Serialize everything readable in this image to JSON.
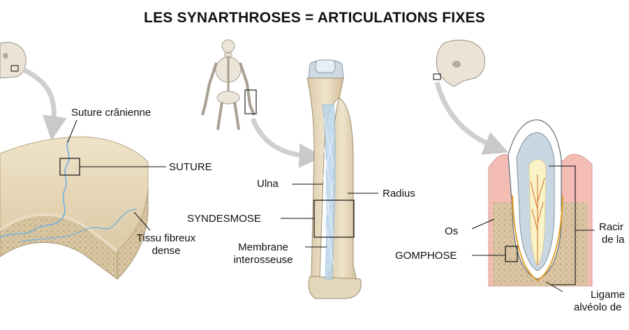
{
  "title": "LES SYNARTHROSES = ARTICULATIONS FIXES",
  "panels": {
    "suture": {
      "label_suture_cranienne": "Suture crânienne",
      "label_suture": "SUTURE",
      "label_tissu_line1": "Tissu fibreux",
      "label_tissu_line2": "dense"
    },
    "syndesmose": {
      "label_ulna": "Ulna",
      "label_radius": "Radius",
      "label_syndesmose": "SYNDESMOSE",
      "label_membrane_line1": "Membrane",
      "label_membrane_line2": "interosseuse"
    },
    "gomphose": {
      "label_os": "Os",
      "label_gomphose": "GOMPHOSE",
      "label_racine_line1": "Racir",
      "label_racine_line2": "de la",
      "label_ligament_line1": "Ligame",
      "label_ligament_line2": "alvéolo de"
    }
  },
  "colors": {
    "bone": "#e9dcc2",
    "bone_shade": "#d6c4a2",
    "spongy": "#cbb996",
    "fiber": "#7fb3d9",
    "arrow": "#c9c9c9",
    "gum": "#f3b9b3",
    "dentin": "#eef1f4",
    "pulp": "#fbf3c8",
    "nerve": "#d9772f"
  }
}
